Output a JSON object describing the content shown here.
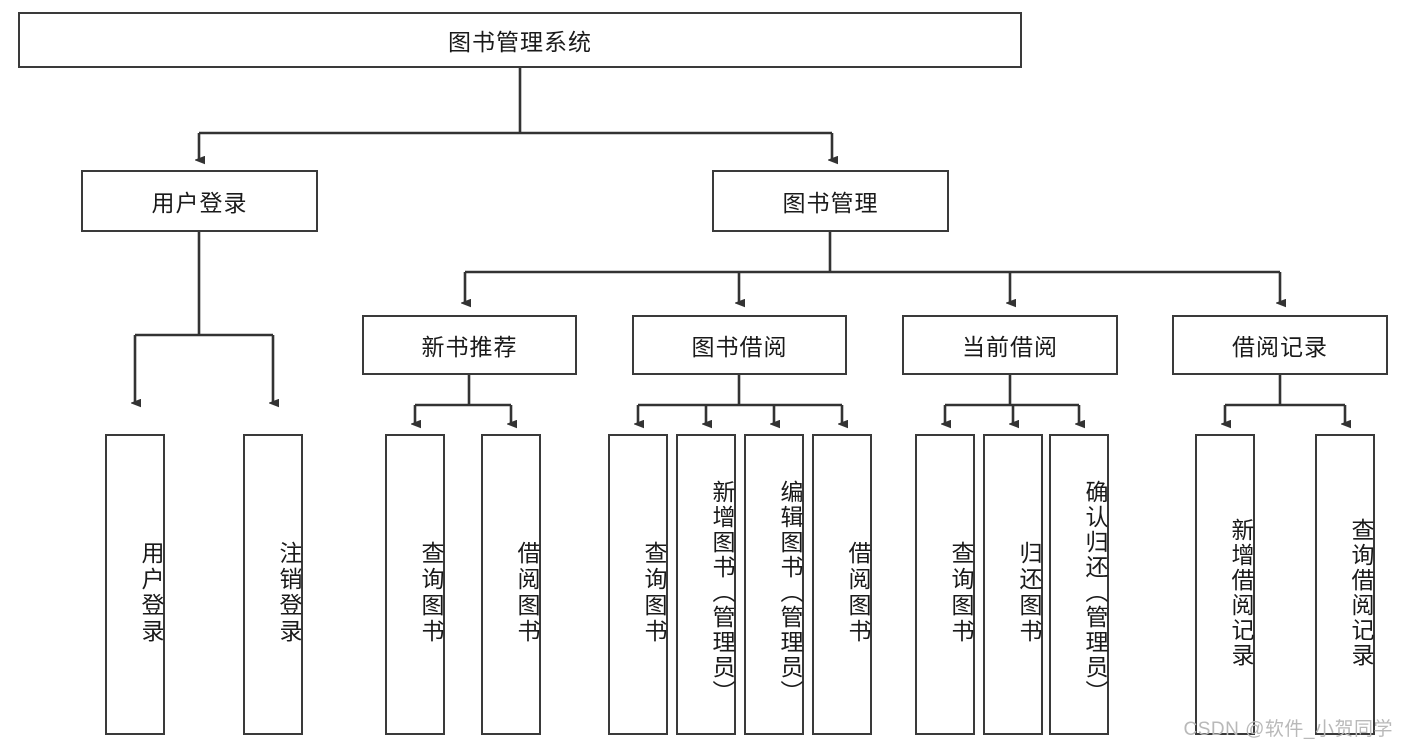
{
  "diagram": {
    "title": "图书管理系统",
    "type": "tree-hierarchy-diagram",
    "watermark": "CSDN @软件_小贺同学",
    "colors": {
      "box_border": "#3a3a3a",
      "box_fill": "#ffffff",
      "connector": "#333333",
      "text": "#1a1a1a",
      "watermark": "#b9b9b9"
    },
    "root": {
      "label": "图书管理系统"
    },
    "level2": [
      {
        "label": "用户登录"
      },
      {
        "label": "图书管理"
      }
    ],
    "level3": [
      {
        "label": "新书推荐"
      },
      {
        "label": "图书借阅"
      },
      {
        "label": "当前借阅"
      },
      {
        "label": "借阅记录"
      }
    ],
    "leaves": {
      "user_login": [
        {
          "label": "用户登录"
        },
        {
          "label": "注销登录"
        }
      ],
      "new_book_recommend": [
        {
          "label": "查询图书"
        },
        {
          "label": "借阅图书"
        }
      ],
      "book_borrow": [
        {
          "label": "查询图书"
        },
        {
          "label": "新增图书（管理员）"
        },
        {
          "label": "编辑图书（管理员）"
        },
        {
          "label": "借阅图书"
        }
      ],
      "current_borrow": [
        {
          "label": "查询图书"
        },
        {
          "label": "归还图书"
        },
        {
          "label": "确认归还（管理员）"
        }
      ],
      "borrow_record": [
        {
          "label": "新增借阅记录"
        },
        {
          "label": "查询借阅记录"
        }
      ]
    }
  }
}
